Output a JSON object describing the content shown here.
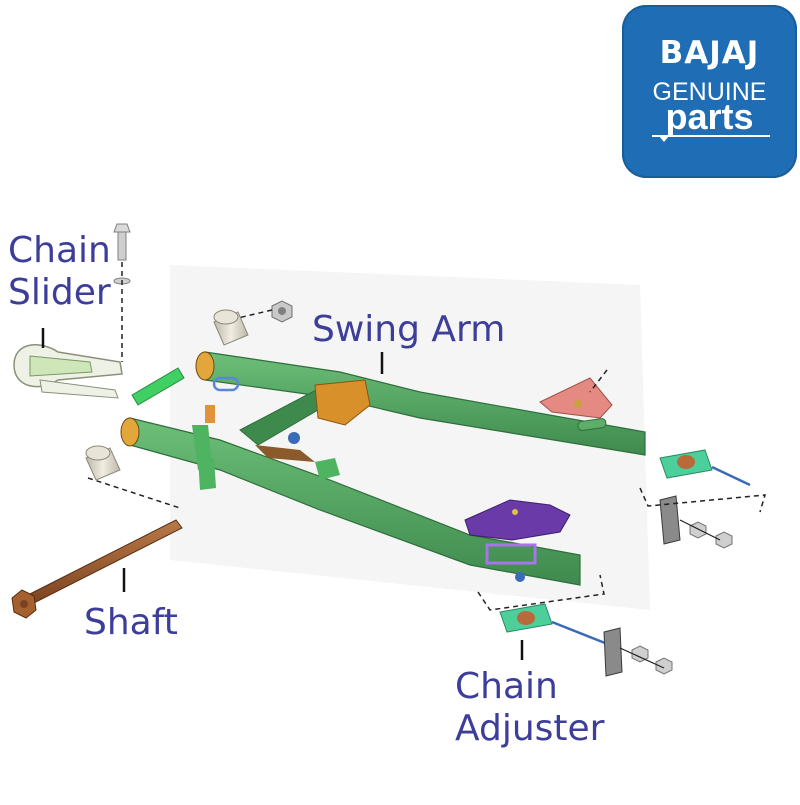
{
  "logo": {
    "brand": "BAJAJ",
    "line2": "GENUINE",
    "line3": "parts",
    "background_color": "#1f6db4"
  },
  "labels": {
    "chain_slider": [
      "Chain",
      "Slider"
    ],
    "swing_arm": "Swing Arm",
    "shaft": "Shaft",
    "chain_adjuster": [
      "Chain",
      "Adjuster"
    ]
  },
  "colors": {
    "label_text": "#3d3d9a",
    "swing_arm": "#4a9a5a",
    "shaft": "#9a5a2e",
    "left_bracket": "#d8902a",
    "right_bracket": "#e58a82",
    "lower_bracket": "#6a3aa8",
    "adjuster_block": "#4ccf9a",
    "bushing": "#d8d4c4"
  }
}
